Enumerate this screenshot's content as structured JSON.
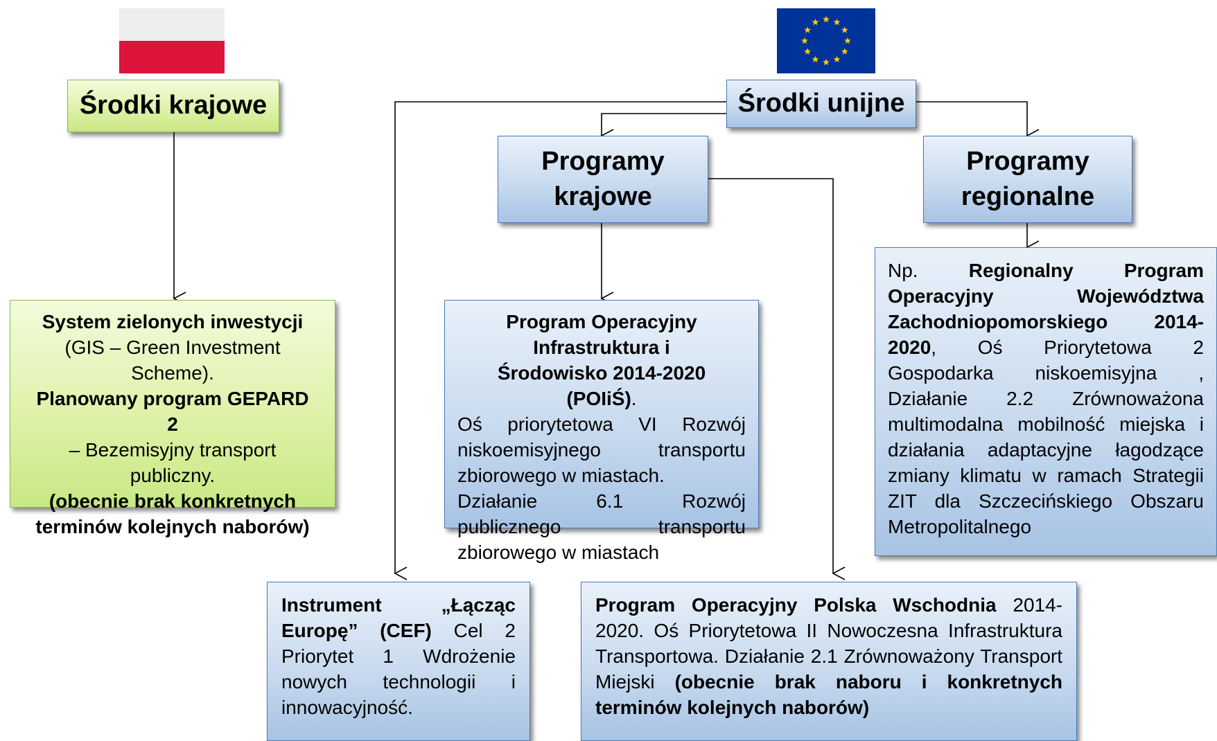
{
  "national": {
    "title": "Środki krajowe",
    "box": {
      "l1": "System zielonych inwestycji",
      "l2": "(GIS – Green Investment Scheme).",
      "l3": "Planowany program GEPARD 2",
      "l4": "– Bezemisyjny transport publiczny.",
      "l5": "(obecnie brak konkretnych terminów kolejnych naborów)"
    }
  },
  "eu": {
    "title": "Środki unijne",
    "programs_national": "Programy krajowe",
    "programs_regional": "Programy regionalne"
  },
  "poiis": {
    "name": "Program Operacyjny Infrastruktura i Środowisko 2014-2020 (POIiŚ)",
    "name_end": ".",
    "axis": "Oś priorytetowa VI Rozwój niskoemisyjnego transportu zbiorowego w miastach.",
    "action": "Działanie 6.1 Rozwój publicznego transportu zbiorowego w miastach"
  },
  "rpo": {
    "prefix": "Np.",
    "name": "Regionalny Program Operacyjny Województwa Zachodniopomorskiego 2014-2020",
    "rest": ", Oś Priorytetowa 2 Gospodarka niskoemisyjna , Działanie 2.2 Zrównoważona multimodalna mobilność miejska i działania adaptacyjne łagodzące zmiany klimatu w ramach Strategii ZIT dla Szczecińskiego Obszaru Metropolitalnego"
  },
  "cef": {
    "name": "Instrument „Łącząc Europę” (CEF)",
    "rest": " Cel 2 Priorytet 1 Wdrożenie nowych technologii i innowacyjność."
  },
  "popw": {
    "name": "Program Operacyjny Polska Wschodnia",
    "rest": " 2014-2020. Oś Priorytetowa II Nowoczesna Infrastruktura Transportowa. Działanie 2.1 Zrównoważony Transport Miejski ",
    "note": "(obecnie brak naboru i konkretnych terminów kolejnych naborów)"
  },
  "colors": {
    "blue_border": "#4a7ab5",
    "green_border": "#8db85a",
    "pl_white": "#eeeeee",
    "pl_red": "#dc143c",
    "eu_blue": "#003399",
    "eu_star": "#ffcc00"
  }
}
